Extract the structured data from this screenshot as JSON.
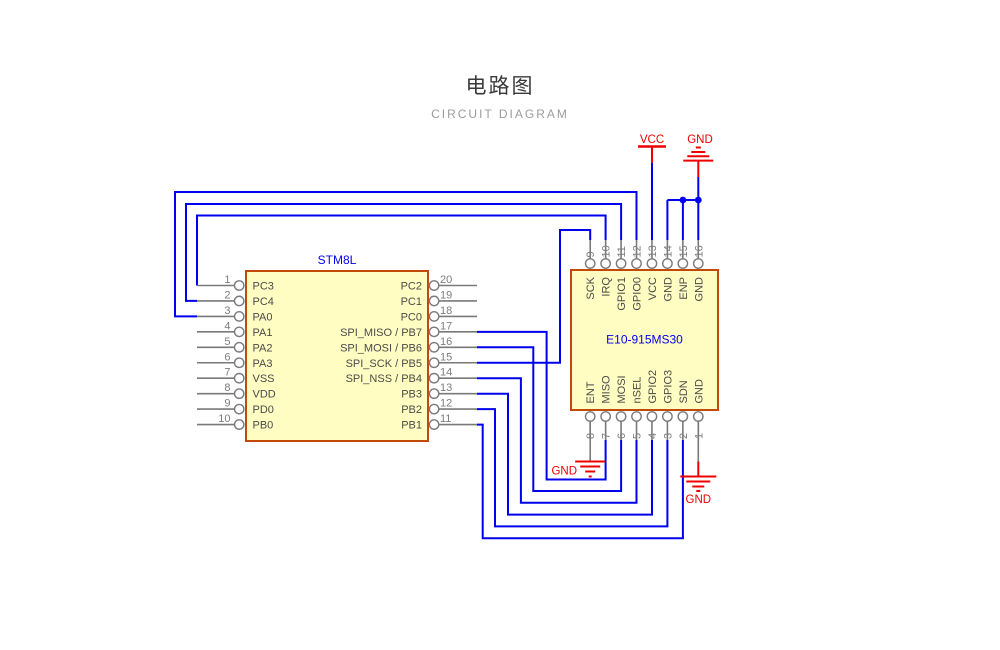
{
  "header": {
    "title_zh": "电路图",
    "subtitle": "CIRCUIT DIAGRAM"
  },
  "colors": {
    "wire": "#0000ee",
    "power_red": "#ee0000",
    "chip_fill": "#fffdc2",
    "chip_border": "#c24a08",
    "chip_title": "#0000ee",
    "pin_name": "#4a4a4a",
    "pin_number": "#7d7d7d",
    "stub_gray": "#7a7a7a"
  },
  "chips": {
    "stm8l": {
      "title": "STM8L",
      "left_pins": [
        {
          "num": "1",
          "label": "PC3"
        },
        {
          "num": "2",
          "label": "PC4"
        },
        {
          "num": "3",
          "label": "PA0"
        },
        {
          "num": "4",
          "label": "PA1"
        },
        {
          "num": "5",
          "label": "PA2"
        },
        {
          "num": "6",
          "label": "PA3"
        },
        {
          "num": "7",
          "label": "VSS"
        },
        {
          "num": "8",
          "label": "VDD"
        },
        {
          "num": "9",
          "label": "PD0"
        },
        {
          "num": "10",
          "label": "PB0"
        }
      ],
      "right_pins": [
        {
          "num": "20",
          "label": "PC2"
        },
        {
          "num": "19",
          "label": "PC1"
        },
        {
          "num": "18",
          "label": "PC0"
        },
        {
          "num": "17",
          "label": "SPI_MISO / PB7"
        },
        {
          "num": "16",
          "label": "SPI_MOSI / PB6"
        },
        {
          "num": "15",
          "label": "SPI_SCK / PB5"
        },
        {
          "num": "14",
          "label": "SPI_NSS / PB4"
        },
        {
          "num": "13",
          "label": "PB3"
        },
        {
          "num": "12",
          "label": "PB2"
        },
        {
          "num": "11",
          "label": "PB1"
        }
      ]
    },
    "e10": {
      "title": "E10-915MS30",
      "top_pins": [
        {
          "num": "9",
          "label": "SCK"
        },
        {
          "num": "10",
          "label": "IRQ"
        },
        {
          "num": "11",
          "label": "GPIO1"
        },
        {
          "num": "12",
          "label": "GPIO0"
        },
        {
          "num": "13",
          "label": "VCC"
        },
        {
          "num": "14",
          "label": "GND"
        },
        {
          "num": "15",
          "label": "ENP"
        },
        {
          "num": "16",
          "label": "GND"
        }
      ],
      "bottom_pins": [
        {
          "num": "8",
          "label": "ENT"
        },
        {
          "num": "7",
          "label": "MISO"
        },
        {
          "num": "6",
          "label": "MOSI"
        },
        {
          "num": "5",
          "label": "nSEL"
        },
        {
          "num": "4",
          "label": "GPIO2"
        },
        {
          "num": "3",
          "label": "GPIO3"
        },
        {
          "num": "2",
          "label": "SDN"
        },
        {
          "num": "1",
          "label": "GND"
        }
      ]
    }
  },
  "power": {
    "vcc_label": "VCC",
    "gnd_top_label": "GND",
    "gnd_mid_label": "GND",
    "gnd_bottom_label": "GND"
  },
  "nets": [
    {
      "from": "STM8L.PC3 (1)",
      "to": "E10-915MS30.IRQ (10)"
    },
    {
      "from": "STM8L.PC4 (2)",
      "to": "E10-915MS30.GPIO1 (11)"
    },
    {
      "from": "STM8L.PA0 (3)",
      "to": "E10-915MS30.GPIO0 (12)"
    },
    {
      "from": "STM8L.SPI_SCK / PB5 (15)",
      "to": "E10-915MS30.SCK (9)"
    },
    {
      "from": "STM8L.SPI_MISO / PB7 (17)",
      "to": "E10-915MS30.MISO (7)"
    },
    {
      "from": "STM8L.SPI_MOSI / PB6 (16)",
      "to": "E10-915MS30.MOSI (6)"
    },
    {
      "from": "STM8L.SPI_NSS / PB4 (14)",
      "to": "E10-915MS30.nSEL (5)"
    },
    {
      "from": "STM8L.PB3 (13)",
      "to": "E10-915MS30.GPIO2 (4)"
    },
    {
      "from": "STM8L.PB2 (12)",
      "to": "E10-915MS30.GPIO3 (3)"
    },
    {
      "from": "STM8L.PB1 (11)",
      "to": "E10-915MS30.SDN (2)"
    },
    {
      "from": "E10-915MS30.VCC (13)",
      "to": "VCC"
    },
    {
      "from": "E10-915MS30.GND (14)",
      "to": "GND"
    },
    {
      "from": "E10-915MS30.ENP (15)",
      "to": "GND"
    },
    {
      "from": "E10-915MS30.GND (16)",
      "to": "GND"
    },
    {
      "from": "E10-915MS30.ENT (8)",
      "to": "GND"
    },
    {
      "from": "E10-915MS30.GND (1)",
      "to": "GND"
    }
  ]
}
